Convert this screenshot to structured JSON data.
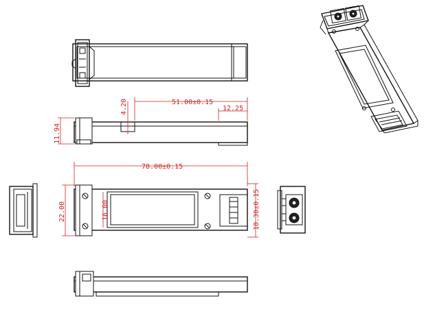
{
  "colors": {
    "outline": "#111111",
    "dimension": "#d21f1f",
    "background": "#ffffff"
  },
  "dimensions": {
    "shield_length": "51.00±0.15",
    "latch_height": "4.20",
    "tail_length": "12.25",
    "side_height": "11.94",
    "total_length": "78.00±0.15",
    "total_width": "22.00",
    "label_width": "16.00",
    "connector_width": "18.30±0.15"
  }
}
